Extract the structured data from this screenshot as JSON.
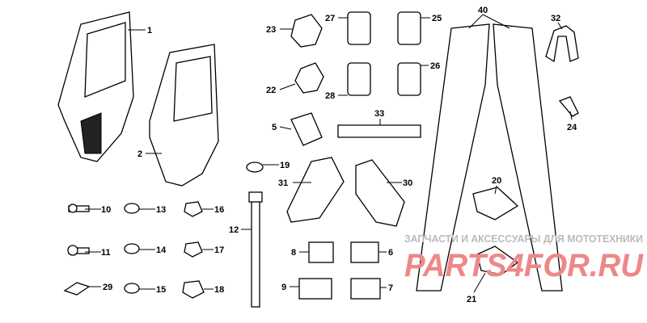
{
  "callouts": [
    "1",
    "2",
    "5",
    "6",
    "7",
    "8",
    "9",
    "10",
    "11",
    "12",
    "13",
    "14",
    "15",
    "16",
    "17",
    "18",
    "19",
    "20",
    "21",
    "22",
    "23",
    "24",
    "25",
    "26",
    "27",
    "28",
    "29",
    "30",
    "31",
    "32",
    "33",
    "40"
  ],
  "watermark": {
    "line1": "ЗАПЧАСТИ И АКСЕССУАРЫ ДЛЯ МОТОТЕХНИКИ",
    "line2": "PARTS4FOR.RU"
  }
}
